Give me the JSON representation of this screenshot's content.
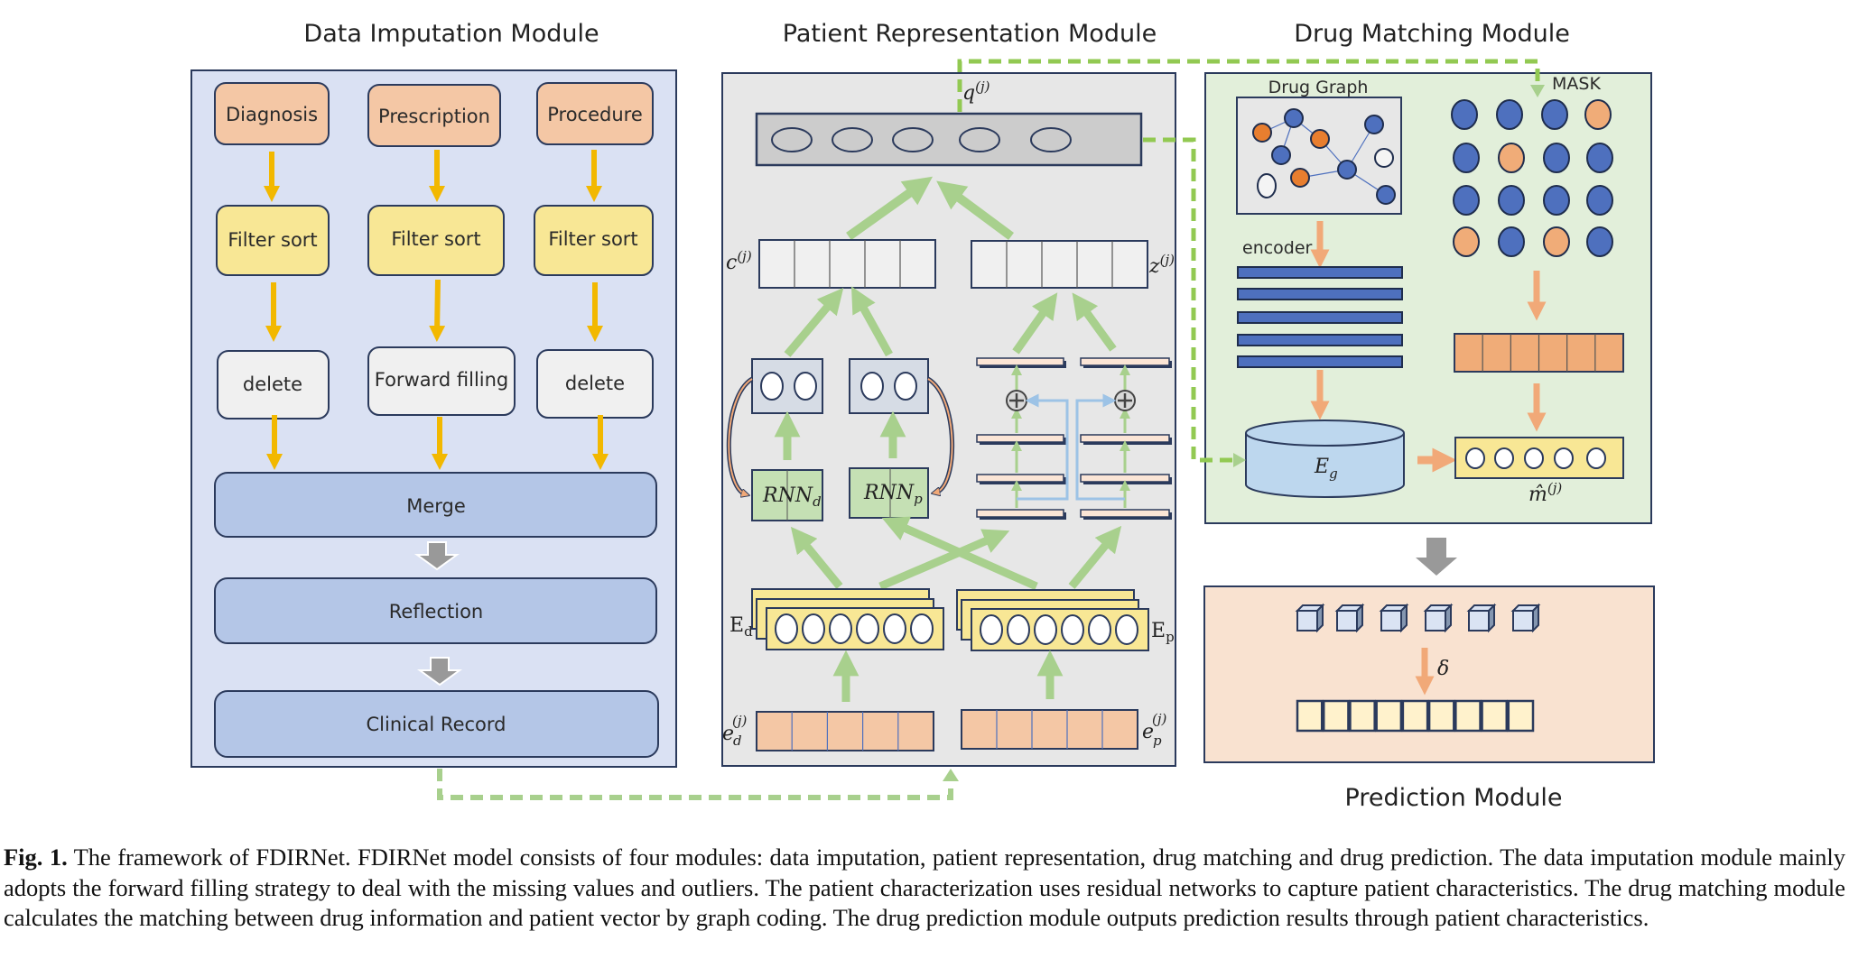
{
  "figure": {
    "modules": {
      "imputation": {
        "title": "Data Imputation Module",
        "sources": [
          "Diagnosis",
          "Prescription",
          "Procedure"
        ],
        "filters": [
          "Filter sort",
          "Filter sort",
          "Filter sort"
        ],
        "treatments": [
          "delete",
          "Forward filling",
          "delete"
        ],
        "pipeline": [
          "Merge",
          "Reflection",
          "Clinical Record"
        ]
      },
      "representation": {
        "title": "Patient Representation Module",
        "q_label": "q",
        "q_sup": "(j)",
        "c_label": "c",
        "c_sup": "(j)",
        "z_label": "z",
        "z_sup": "(j)",
        "rnn_d": {
          "base": "RNN",
          "sub": "d"
        },
        "rnn_p": {
          "base": "RNN",
          "sub": "p"
        },
        "Ed": {
          "base": "E",
          "sub": "d"
        },
        "Ep": {
          "base": "E",
          "sub": "p"
        },
        "ed": {
          "base": "e",
          "sub": "d",
          "sup": "(j)"
        },
        "ep": {
          "base": "e",
          "sub": "p",
          "sup": "(j)"
        },
        "residual_op": "⊕"
      },
      "matching": {
        "title": "Drug Matching Module",
        "drug_graph_label": "Drug Graph",
        "mask_label": "MASK",
        "encoder_label": "encoder",
        "eg": {
          "base": "E",
          "sub": "g"
        },
        "m_hat": {
          "base": "m̂",
          "sup": "(j)"
        },
        "mask_grid": [
          [
            "blue",
            "blue",
            "blue",
            "orange"
          ],
          [
            "blue",
            "orange",
            "blue",
            "blue"
          ],
          [
            "blue",
            "blue",
            "blue",
            "blue"
          ],
          [
            "orange",
            "blue",
            "orange",
            "blue"
          ]
        ]
      },
      "prediction": {
        "title": "Prediction Module",
        "delta_label": "δ",
        "cube_count": 6,
        "output_cells": 9
      }
    },
    "colors": {
      "imputation_bg": "#dae1f3",
      "representation_bg": "#e7e7e7",
      "matching_bg": "#e2efda",
      "prediction_bg": "#f9e2d0",
      "source_fill": "#f4c7a5",
      "filter_fill": "#f8e795",
      "treatment_fill": "#f0f0f0",
      "pipeline_fill": "#b4c6e7",
      "yellow_arrow": "#f2b800",
      "green_arrow": "#a8d08d",
      "dashed_green": "#92c952",
      "orange_arrow": "#f1a978",
      "node_blue": "#4e70be",
      "node_orange": "#e87e2f",
      "mask_orange": "#f0ac78",
      "border": "#2b3a5c"
    }
  },
  "caption": {
    "label": "Fig. 1.",
    "text": "The framework of FDIRNet. FDIRNet model consists of four modules: data imputation, patient representation, drug matching and drug prediction. The data imputation module mainly adopts the forward filling strategy to deal with the missing values and outliers. The patient characterization uses residual networks to capture patient characteristics. The drug matching module calculates the matching between drug information and patient vector by graph coding. The drug prediction module outputs prediction results through patient characteristics."
  }
}
